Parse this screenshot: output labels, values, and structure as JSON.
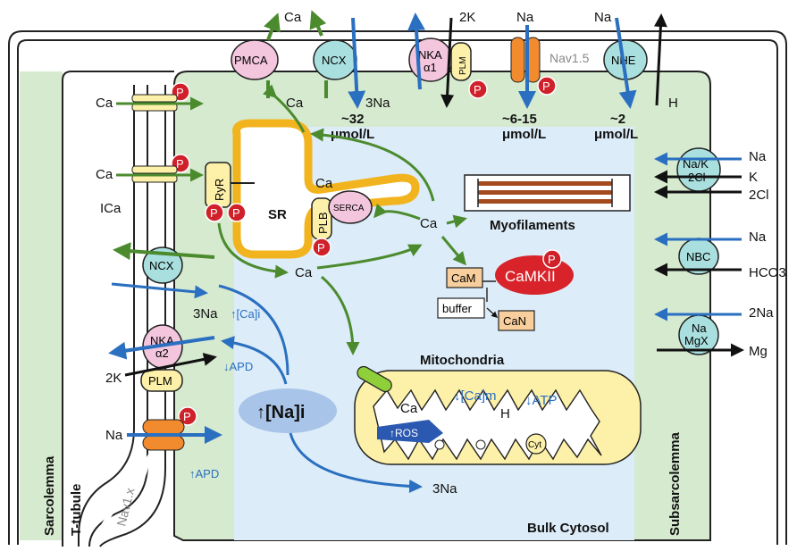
{
  "colors": {
    "green": "#4b8b2e",
    "blue": "#2a6fc0",
    "subsarcolemma_bg": "#d6ead0",
    "cytosol_bg": "#dcecf8",
    "sr_orange": "#f2b41e",
    "phospho_red": "#d0202a",
    "transporter_teal": "#a9e0df",
    "pink": "#f3c6de",
    "yellow": "#fdf0a8",
    "nav_orange": "#f28a2e",
    "camkii_red": "#d8232a",
    "peach": "#f8cf9c"
  },
  "labels": {
    "pmca": "PMCA",
    "ncx_top": "NCX",
    "nka_top_1": "NKA",
    "nka_top_2": "α1",
    "plm_top": "PLM",
    "nav15": "Nav1.5",
    "nhe": "NHE",
    "ca_pmca_out": "Ca",
    "ca_pmca_in": "Ca",
    "two_k": "2K",
    "na_nav_top": "Na",
    "na_nhe": "Na",
    "h_nhe": "H",
    "three_na_top": "3Na",
    "flux_ncx_1": "~32",
    "flux_ncx_2": "μmol/L",
    "flux_nav_1": "~6-15",
    "flux_nav_2": "μmol/L",
    "flux_nhe_1": "~2",
    "flux_nhe_2": "μmol/L",
    "ca_lcc1": "Ca",
    "ca_lcc2": "Ca",
    "ica": "ICa",
    "ryr": "RyR",
    "sr": "SR",
    "ca_sr_lumen": "Ca",
    "plb": "PLB",
    "serca": "SERCA",
    "ca_cyto": "Ca",
    "myofilaments": "Myofilaments",
    "camkii": "CaMKII",
    "cam": "CaM",
    "buffer": "buffer",
    "can": "CaN",
    "ca_release": "Ca",
    "ncx_left": "NCX",
    "three_na_left": "3Na",
    "ca_i_up": "↑[Ca]i",
    "nka_left_1": "NKA",
    "nka_left_2": "α2",
    "two_k_left": "2K",
    "plm_left": "PLM",
    "apd_down": "↓APD",
    "na_i": "↑[Na]i",
    "na_left": "Na",
    "apd_up": "↑APD",
    "nav1x": "Nav1.x",
    "sarcolemma": "Sarcolemma",
    "t_tubule": "T-tubule",
    "mitochondria": "Mitochondria",
    "ca_mito": "Ca",
    "ca_m": "↓[Ca]m",
    "h_mito": "H",
    "atp": "↓ATP",
    "ros": "↑ROS",
    "cyt": "Cyt",
    "three_na_bottom": "3Na",
    "bulk_cytosol": "Bulk Cytosol",
    "subsarcolemma": "Subsarcolemma",
    "nak2cl_1": "Na/K",
    "nak2cl_2": "2Cl",
    "na_nkcc": "Na",
    "k_nkcc": "K",
    "twocl_nkcc": "2Cl",
    "nbc": "NBC",
    "na_nbc": "Na",
    "hco3": "HCO3",
    "namgx_1": "Na",
    "namgx_2": "MgX",
    "twona_mgx": "2Na",
    "mg": "Mg",
    "p": "P"
  }
}
